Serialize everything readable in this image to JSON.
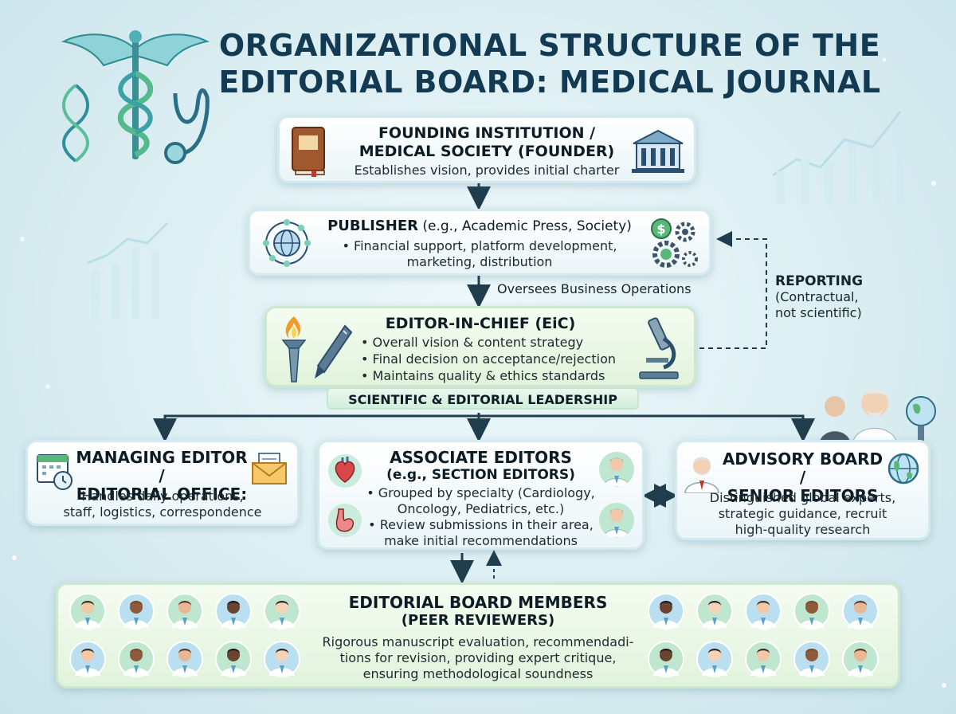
{
  "title_line1": "ORGANIZATIONAL STRUCTURE OF THE",
  "title_line2": "EDITORIAL BOARD: MEDICAL JOURNAL",
  "founder": {
    "title_line1": "FOUNDING INSTITUTION /",
    "title_line2": "MEDICAL SOCIETY (FOUNDER)",
    "desc": "Establishes vision, provides initial charter",
    "icons": [
      "book-icon",
      "institution-building-icon"
    ]
  },
  "publisher": {
    "title_bold": "PUBLISHER",
    "title_rest": " (e.g., Academic Press, Society)",
    "line1": "• Financial support, platform development,",
    "line2": "marketing, distribution",
    "icons": [
      "globe-network-icon",
      "money-gears-icon"
    ]
  },
  "oversees_label": "Oversees Business Operations",
  "reporting": {
    "title": "REPORTING",
    "line1": "(Contractual,",
    "line2": "not scientific)"
  },
  "eic": {
    "title": "EDITOR-IN-CHIEF (EiC)",
    "bullets": [
      "• Overall vision & content strategy",
      "• Final decision on acceptance/rejection",
      "• Maintains quality & ethics standards"
    ],
    "banner": "SCIENTIFIC & EDITORIAL LEADERSHIP",
    "icons": [
      "torch-icon",
      "pen-icon",
      "microscope-icon"
    ]
  },
  "managing": {
    "title_line1": "MANAGING EDITOR /",
    "title_line2": "EDITORIAL OFFICE:",
    "desc_line1": "Handles daily operations,",
    "desc_line2": "staff, logistics, correspondence",
    "icons": [
      "calendar-clock-icon",
      "envelope-icon"
    ]
  },
  "associate": {
    "title_line1": "ASSOCIATE EDITORS",
    "title_line2": "(e.g., SECTION EDITORS)",
    "bullets": [
      "• Grouped by specialty (Cardiology,",
      "Oncology, Pediatrics, etc.)",
      "• Review submissions in their area,",
      "make initial recommendations"
    ],
    "icons": [
      "heart-icon",
      "stomach-icon",
      "doctor-avatar-icon"
    ]
  },
  "advisory": {
    "title_line1": "ADVISORY BOARD /",
    "title_line2": "SENIOR EDITORS",
    "desc_line1": "Distinguished global experts,",
    "desc_line2": "strategic guidance, recruit",
    "desc_line3": "high-quality research",
    "icons": [
      "senior-doctor-icon",
      "globe-icon"
    ]
  },
  "board": {
    "title_line1": "EDITORIAL BOARD MEMBERS",
    "title_line2": "(PEER REVIEWERS)",
    "desc_line1": "Rigorous manuscript evaluation, recommendadi-",
    "desc_line2": "tions for revision, providing expert critique,",
    "desc_line3": "ensuring methodological soundness",
    "icons": [
      "reviewer-avatar-icon"
    ]
  },
  "colors": {
    "title": "#123a52",
    "arrow": "#1f3d4d",
    "teal": "#2aa3a6",
    "green": "#7dcb8a"
  }
}
